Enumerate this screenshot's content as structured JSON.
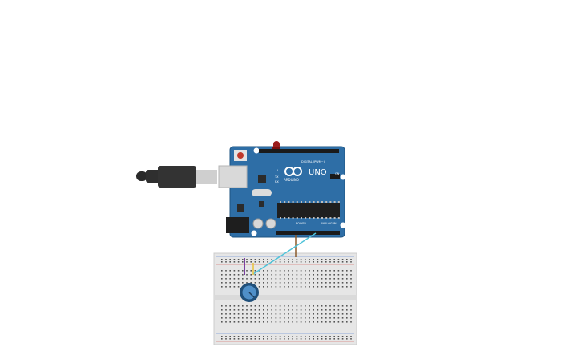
{
  "circuit": {
    "board": {
      "model_label": "UNO",
      "brand_label": "ARDUINO",
      "digital_header_label": "DIGITAL (PWM~)",
      "power_header_label": "POWER",
      "analog_header_label": "ANALOG IN",
      "on_label": "ON",
      "tx_label": "TX",
      "rx_label": "RX",
      "l_label": "L"
    },
    "components": {
      "led": "red-led",
      "potentiometer": "potentiometer",
      "usb_cable": "usb-cable",
      "breadboard": "breadboard"
    },
    "colors": {
      "board": "#2e6ea6",
      "led": "#9b1c1c",
      "wire_brown": "#8a5a2b",
      "wire_cyan": "#4fc3d9",
      "wire_purple": "#7b3fa0",
      "wire_yellow": "#e8c23a",
      "breadboard": "#e6e6e6"
    }
  }
}
